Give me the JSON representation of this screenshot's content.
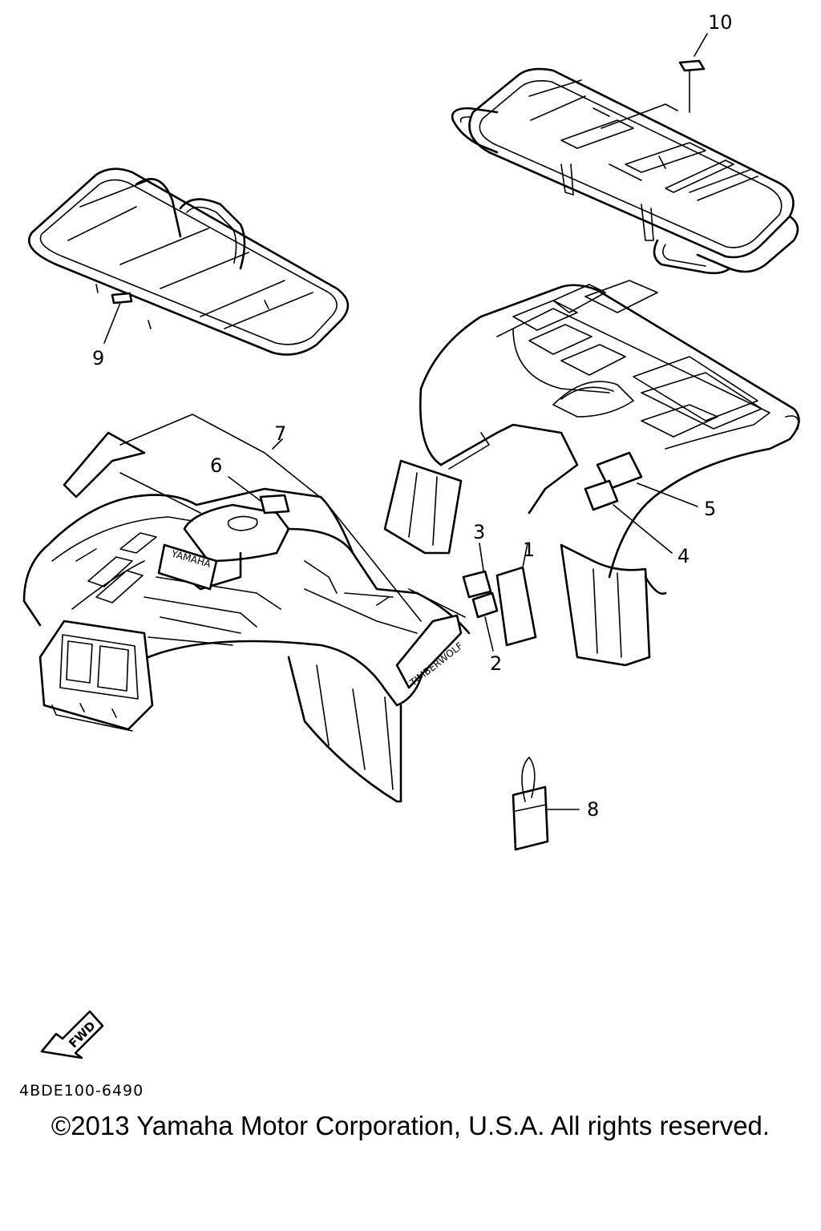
{
  "callouts": {
    "c1": "1",
    "c2": "2",
    "c3": "3",
    "c4": "4",
    "c5": "5",
    "c6": "6",
    "c7": "7",
    "c8": "8",
    "c9": "9",
    "c10": "10"
  },
  "decals": {
    "brand": "YAMAHA",
    "model": "TIMBERWOLF"
  },
  "fwd_label": "FWD",
  "diagram_code": "4BDE100-6490",
  "copyright": "©2013 Yamaha Motor Corporation, U.S.A. All rights reserved."
}
